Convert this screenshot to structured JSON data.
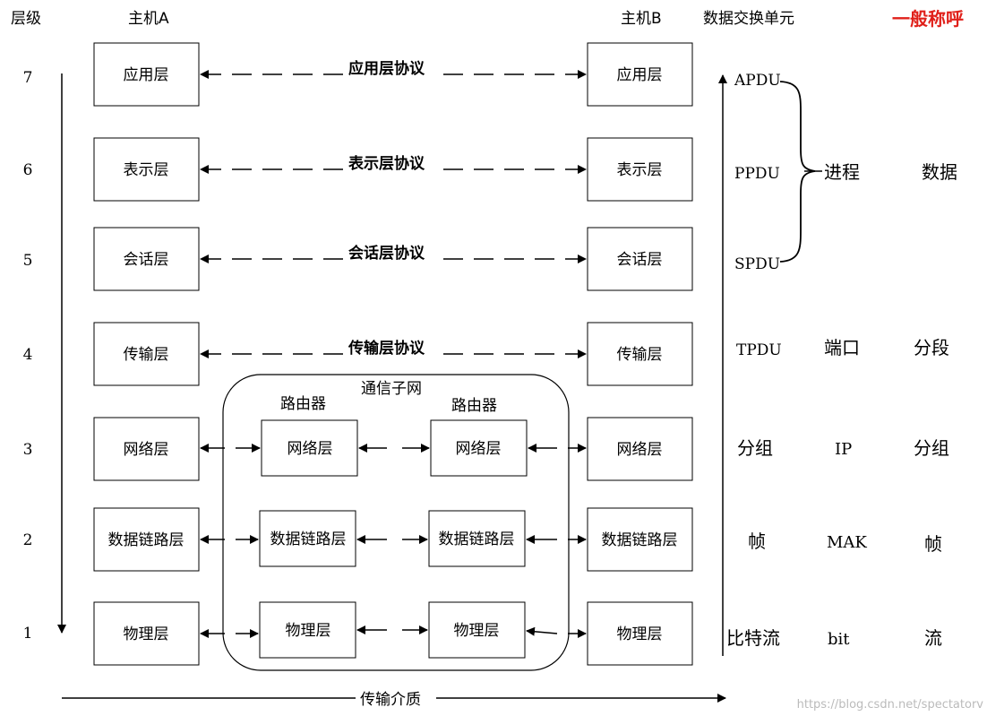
{
  "headers": {
    "level": "层级",
    "host_a": "主机A",
    "host_b": "主机B",
    "pdu": "数据交换单元",
    "common_name": "一般称呼"
  },
  "levels": [
    "7",
    "6",
    "5",
    "4",
    "3",
    "2",
    "1"
  ],
  "host_a_layers": [
    "应用层",
    "表示层",
    "会话层",
    "传输层",
    "网络层",
    "数据链路层",
    "物理层"
  ],
  "host_b_layers": [
    "应用层",
    "表示层",
    "会话层",
    "传输层",
    "网络层",
    "数据链路层",
    "物理层"
  ],
  "protocols": [
    "应用层协议",
    "表示层协议",
    "会话层协议",
    "传输层协议"
  ],
  "subnet": {
    "title": "通信子网",
    "router1_label": "路由器",
    "router2_label": "路由器",
    "router_layers": [
      "网络层",
      "数据链路层",
      "物理层"
    ]
  },
  "pdu_units": [
    "APDU",
    "PPDU",
    "SPDU",
    "TPDU",
    "分组",
    "帧",
    "比特流"
  ],
  "middle_col": {
    "process": "进程",
    "port": "端口",
    "ip": "IP",
    "mak": "MAK",
    "bit": "bit"
  },
  "names": {
    "data": "数据",
    "segment": "分段",
    "packet": "分组",
    "frame": "帧",
    "stream": "流"
  },
  "medium": "传输介质",
  "watermark": "https://blog.csdn.net/spectatorv",
  "colors": {
    "accent_red": "#e0201a",
    "line": "#000000",
    "watermark": "#bbbbbb"
  }
}
